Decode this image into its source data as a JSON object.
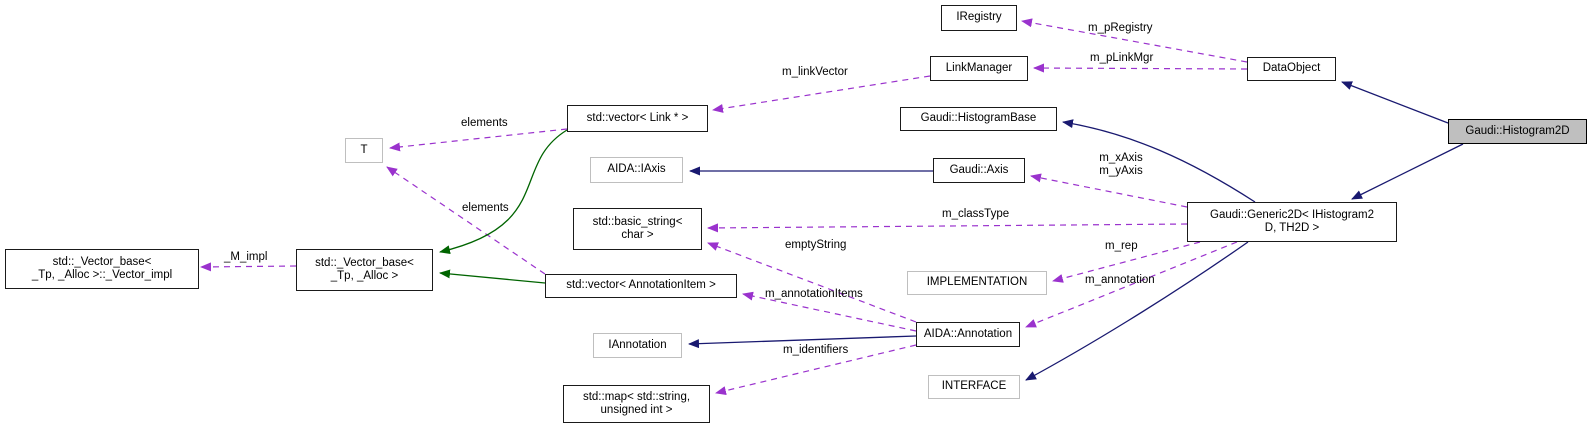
{
  "diagram_title": "Gaudi::Histogram2D collaboration graph",
  "colors": {
    "inheritance_edge": "#191970",
    "usage_edge": "#9a32cd",
    "template_edge": "#006400",
    "node_border": "#1a1a1a",
    "external_node_border": "#bfbfbf",
    "main_node_fill": "#bfbfbf",
    "background": "#ffffff"
  },
  "nodes": {
    "iregistry": {
      "label": "IRegistry"
    },
    "linkmanager": {
      "label": "LinkManager"
    },
    "dataobject": {
      "label": "DataObject"
    },
    "histogrambase": {
      "label": "Gaudi::HistogramBase"
    },
    "histogram2d": {
      "label": "Gaudi::Histogram2D"
    },
    "vector_link": {
      "label": "std::vector< Link * >"
    },
    "t_node": {
      "label": "T"
    },
    "iaxis": {
      "label": "AIDA::IAxis"
    },
    "gaudi_axis": {
      "label": "Gaudi::Axis"
    },
    "basic_string": {
      "label": "std::basic_string<\nchar >"
    },
    "generic2d": {
      "label": "Gaudi::Generic2D< IHistogram2\nD, TH2D >"
    },
    "vector_base_impl": {
      "label": "std::_Vector_base<\n_Tp, _Alloc >::_Vector_impl"
    },
    "vector_base": {
      "label": "std::_Vector_base<\n_Tp, _Alloc >"
    },
    "vector_annotationitem": {
      "label": "std::vector< AnnotationItem >"
    },
    "implementation": {
      "label": "IMPLEMENTATION"
    },
    "iannotation": {
      "label": "IAnnotation"
    },
    "annotation": {
      "label": "AIDA::Annotation"
    },
    "interface": {
      "label": "INTERFACE"
    },
    "std_map": {
      "label": "std::map< std::string,\nunsigned int >"
    }
  },
  "edge_labels": {
    "m_pregistry": {
      "text": "m_pRegistry"
    },
    "m_plinkmgr": {
      "text": "m_pLinkMgr"
    },
    "m_linkvector": {
      "text": "m_linkVector"
    },
    "elements_top": {
      "text": "elements"
    },
    "elements_bottom": {
      "text": "elements"
    },
    "m_impl": {
      "text": "_M_impl"
    },
    "m_axes": {
      "text": "m_xAxis\nm_yAxis"
    },
    "m_classtype": {
      "text": "m_classType"
    },
    "emptystring": {
      "text": "emptyString"
    },
    "m_rep": {
      "text": "m_rep"
    },
    "m_annotation": {
      "text": "m_annotation"
    },
    "m_annotationitems": {
      "text": "m_annotationItems"
    },
    "m_identifiers": {
      "text": "m_identifiers"
    }
  }
}
